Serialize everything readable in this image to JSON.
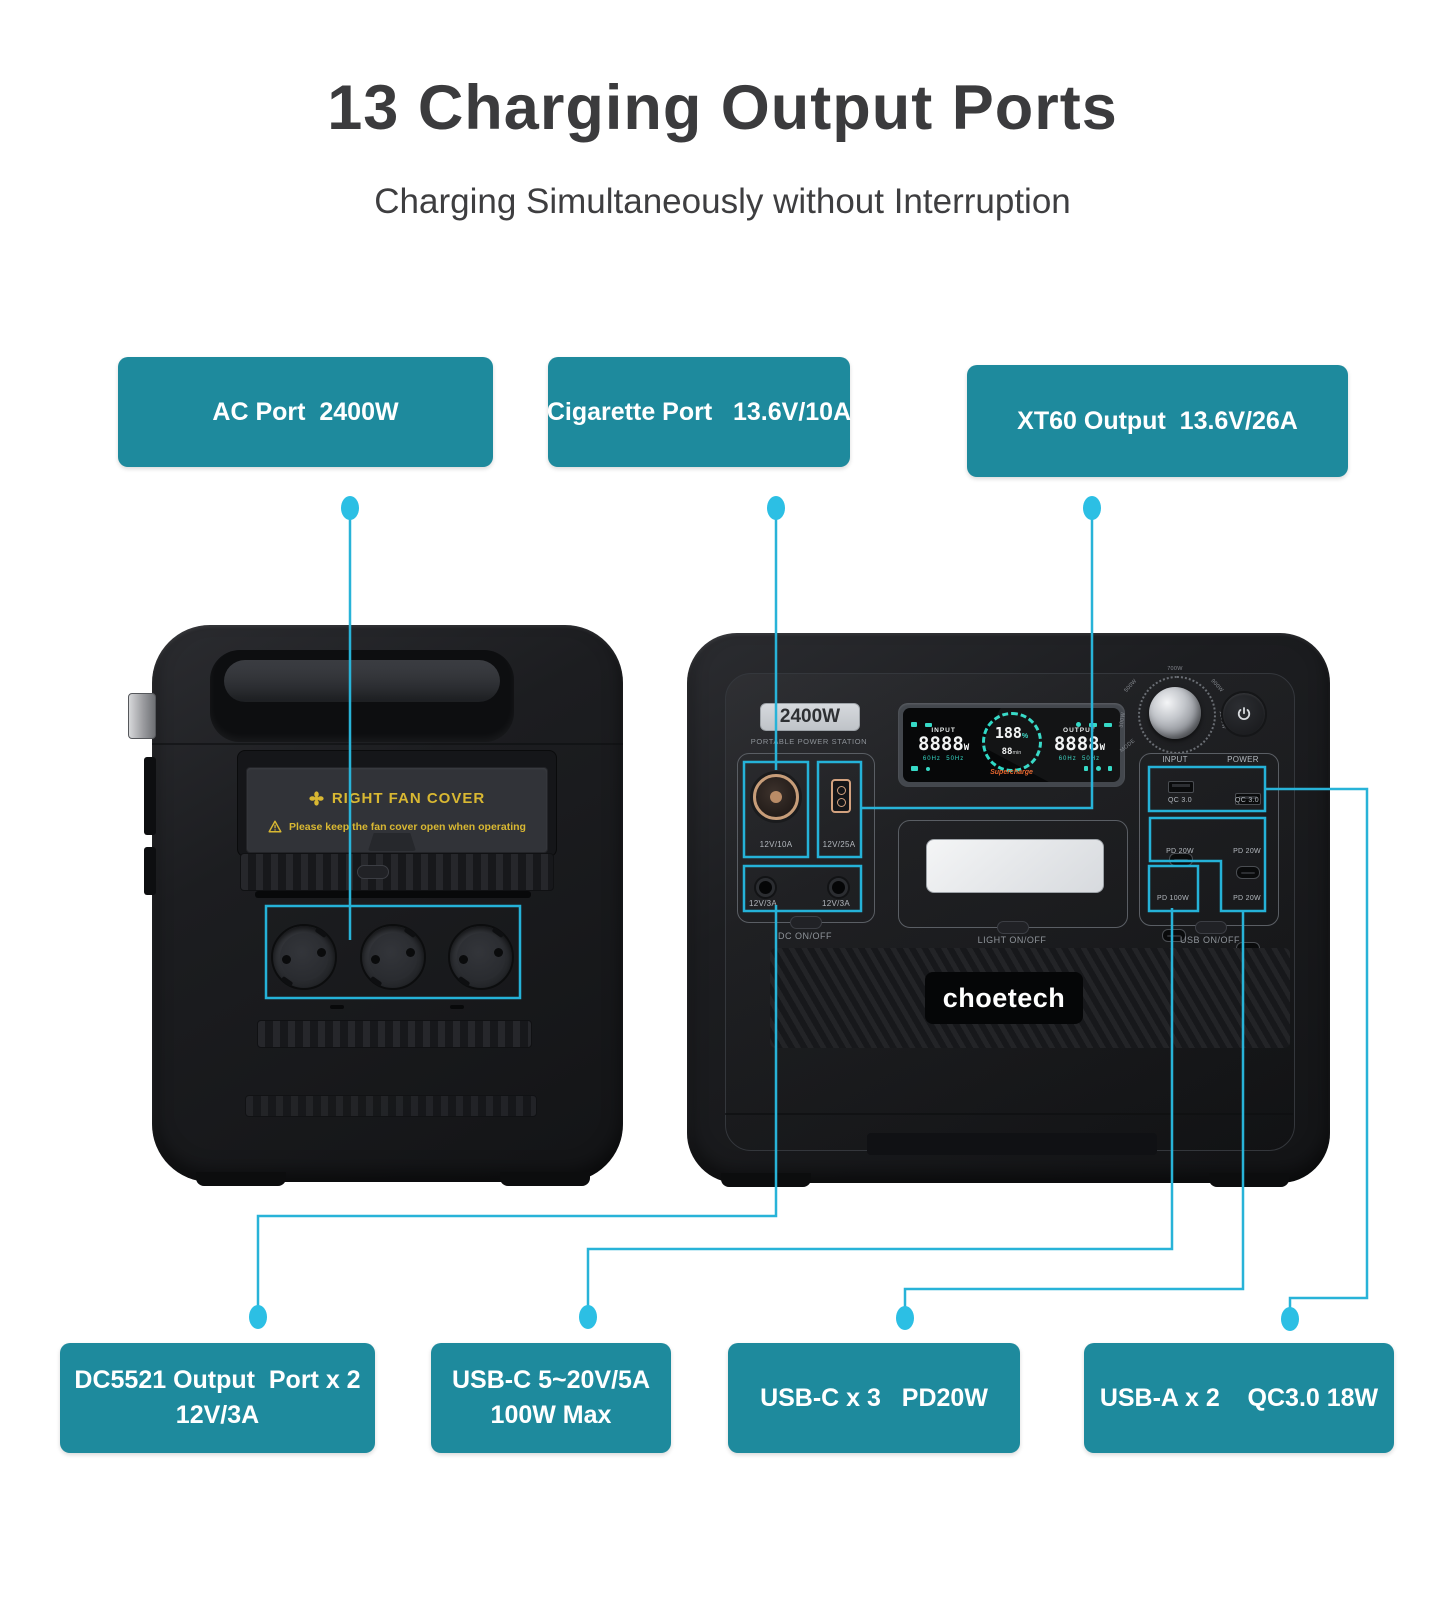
{
  "page": {
    "title": "13 Charging Output Ports",
    "subtitle": "Charging Simultaneously without Interruption"
  },
  "colors": {
    "teal_box": "#1e8a9d",
    "line": "#28b3d8",
    "dot": "#2cbfe4",
    "highlight": "#25b2d8",
    "yellow": "#d9b832",
    "display_teal": "#36d9c6",
    "supercharge_orange": "#e8672f"
  },
  "top_callouts": [
    {
      "label": "AC Port  2400W"
    },
    {
      "label": "Cigarette Port   13.6V/10A"
    },
    {
      "label": "XT60 Output  13.6V/26A"
    }
  ],
  "bottom_callouts": [
    {
      "line1": "DC5521 Output  Port x 2",
      "line2": "12V/3A"
    },
    {
      "line1": "USB-C 5~20V/5A",
      "line2": "100W Max"
    },
    {
      "line1": "USB-C x 3   PD20W",
      "line2": ""
    },
    {
      "line1": "USB-A x 2    QC3.0 18W",
      "line2": ""
    }
  ],
  "back_device": {
    "fan_cover_title": "RIGHT FAN COVER",
    "fan_cover_warning": "Please keep the fan cover open when operating"
  },
  "front_device": {
    "badge": "2400W",
    "badge_sub": "PORTABLE POWER STATION",
    "display": {
      "input_label": "INPUT",
      "input_value": "8888",
      "input_unit": "W",
      "input_freq": "60Hz  50Hz",
      "gauge_value": "188",
      "gauge_unit": "%",
      "gauge_time": "88",
      "gauge_time_unit": "min",
      "gauge_mode": "Supercharge",
      "output_label": "OUTPUT",
      "output_value": "8888",
      "output_unit": "W",
      "output_freq": "60Hz  50Hz"
    },
    "knob_label": "INPUT",
    "knob_marks": [
      "700W",
      "500W",
      "900W",
      "300W",
      "1100W",
      "MODE"
    ],
    "power_label": "POWER",
    "cig_label": "12V/10A",
    "xt60_label": "12V/25A",
    "dc_labels": [
      "12V/3A",
      "12V/3A"
    ],
    "usb_a_labels": [
      "QC 3.0",
      "QC 3.0"
    ],
    "usb_c_labels": [
      "PD 20W",
      "PD 20W",
      "PD 100W",
      "PD 20W"
    ],
    "switch_labels": {
      "dc": "DC ON/OFF",
      "light": "LIGHT ON/OFF",
      "usb": "USB ON/OFF"
    },
    "logo": "choetech"
  }
}
